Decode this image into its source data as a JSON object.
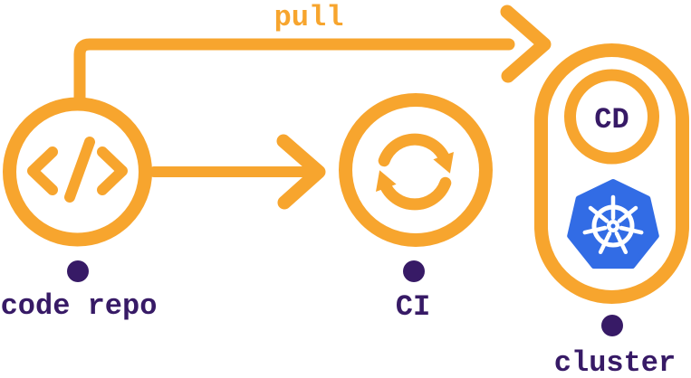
{
  "palette": {
    "background": "#ffffff",
    "orange": "#F7A52E",
    "purple": "#371A66",
    "kubernetes_blue": "#326CE5",
    "wheel_white": "#ffffff"
  },
  "nodes": {
    "code_repo": {
      "label": "code repo",
      "icon": "code-brackets-icon",
      "shape": "circle"
    },
    "ci": {
      "label": "CI",
      "icon": "sync-icon",
      "shape": "circle"
    },
    "cluster": {
      "label": "cluster",
      "shape": "rounded-pill",
      "contains": {
        "cd": {
          "label": "CD",
          "shape": "circle"
        },
        "kubernetes": {
          "icon": "kubernetes-helm-icon"
        }
      }
    }
  },
  "edges": {
    "repo_to_cluster": {
      "label": "pull",
      "from": "code_repo",
      "to": "cluster",
      "style": "elbow-arrow"
    },
    "repo_to_ci": {
      "label": "",
      "from": "code_repo",
      "to": "ci",
      "style": "straight-arrow"
    }
  }
}
